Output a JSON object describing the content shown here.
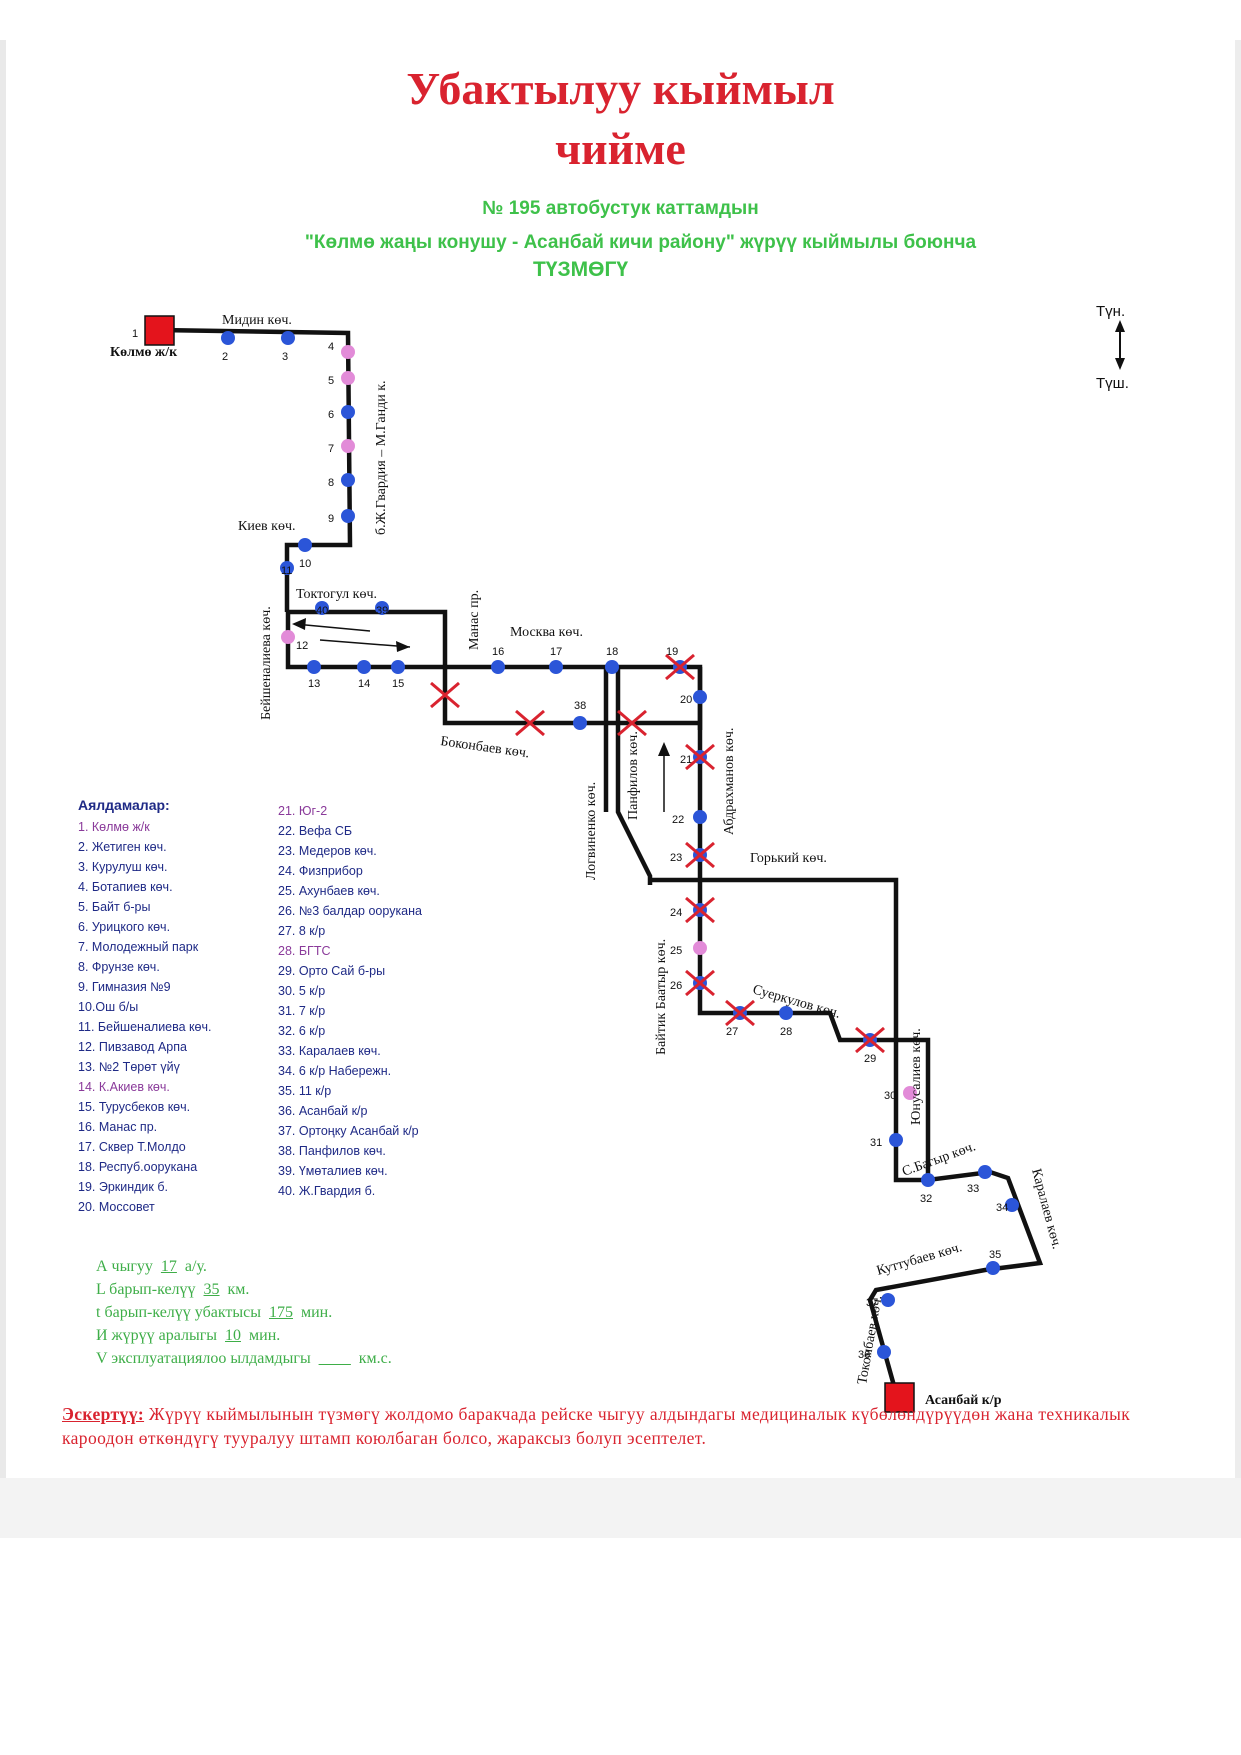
{
  "header": {
    "title_line1": "Убактылуу кыймыл",
    "title_line2": "чийме",
    "subtitle_line1": "№ 195 автобустук каттамдын",
    "subtitle_line2": "\"Көлмө жаңы конушу - Асанбай кичи району\" жүрүү кыймылы боюнча",
    "subtitle_line3": "ТҮЗМӨГҮ"
  },
  "compass": {
    "north": "Түн.",
    "south": "Түш."
  },
  "colors": {
    "title": "#d9232f",
    "subtitle": "#3ec14a",
    "route": "#111111",
    "stop": "#2b55d8",
    "stop_pink": "#e28bd8",
    "closed": "#d9232f",
    "terminal": "#e4141c"
  },
  "terminals": {
    "start": "Көлмө ж/к",
    "end": "Асанбай к/р"
  },
  "streets": {
    "mitin": "Мидин көч.",
    "gvardia": "б.Ж.Гвардия – М.Ганди к.",
    "kiev": "Киев көч.",
    "beishenalieva": "Бейшеналиева көч.",
    "toktogul": "Токтогул көч.",
    "manas": "Манас пр.",
    "moskva": "Москва көч.",
    "bokonbaev": "Боконбаев көч.",
    "logvinenko": "Логвиненко көч.",
    "panfilov": "Панфилов көч.",
    "abdrahmanov": "Абдрахманов көч.",
    "gorky": "Горький көч.",
    "baitik": "Байтик Баатыр көч.",
    "suerkulov": "Суеркулов көч.",
    "yunusaliev": "Юнусалиев көч.",
    "s_bagyr": "С.Багыр көч.",
    "karalaev": "Каралаев көч.",
    "kuttubaev": "Куттубаев көч.",
    "tokombaev": "Токомбаев көч."
  },
  "stops_on_map": [
    {
      "id": "1",
      "kind": "terminal"
    },
    {
      "id": "2",
      "kind": "blue"
    },
    {
      "id": "3",
      "kind": "blue"
    },
    {
      "id": "4",
      "kind": "pink"
    },
    {
      "id": "5",
      "kind": "pink"
    },
    {
      "id": "6",
      "kind": "blue"
    },
    {
      "id": "7",
      "kind": "pink"
    },
    {
      "id": "8",
      "kind": "blue"
    },
    {
      "id": "9",
      "kind": "blue"
    },
    {
      "id": "10",
      "kind": "blue"
    },
    {
      "id": "11",
      "kind": "blue"
    },
    {
      "id": "12",
      "kind": "pink"
    },
    {
      "id": "13",
      "kind": "blue"
    },
    {
      "id": "14",
      "kind": "blue"
    },
    {
      "id": "15",
      "kind": "blue"
    },
    {
      "id": "16",
      "kind": "blue"
    },
    {
      "id": "17",
      "kind": "blue"
    },
    {
      "id": "18",
      "kind": "blue"
    },
    {
      "id": "19",
      "kind": "closed"
    },
    {
      "id": "20",
      "kind": "blue"
    },
    {
      "id": "21",
      "kind": "closed"
    },
    {
      "id": "22",
      "kind": "blue"
    },
    {
      "id": "23",
      "kind": "closed"
    },
    {
      "id": "24",
      "kind": "closed"
    },
    {
      "id": "25",
      "kind": "pink"
    },
    {
      "id": "26",
      "kind": "closed"
    },
    {
      "id": "27",
      "kind": "closed"
    },
    {
      "id": "28",
      "kind": "blue"
    },
    {
      "id": "29",
      "kind": "closed"
    },
    {
      "id": "30",
      "kind": "pink"
    },
    {
      "id": "31",
      "kind": "blue"
    },
    {
      "id": "32",
      "kind": "blue"
    },
    {
      "id": "33",
      "kind": "blue"
    },
    {
      "id": "34",
      "kind": "blue"
    },
    {
      "id": "35",
      "kind": "blue"
    },
    {
      "id": "36",
      "kind": "blue"
    },
    {
      "id": "37",
      "kind": "blue"
    },
    {
      "id": "38",
      "kind": "blue"
    },
    {
      "id": "39",
      "kind": "blue"
    },
    {
      "id": "40",
      "kind": "blue"
    }
  ],
  "legend": {
    "title": "Аялдамалар:",
    "items": [
      "1. Көлмө ж/к",
      "2. Жетиген көч.",
      "3. Курулуш көч.",
      "4. Ботапиев көч.",
      "5. Байт б-ры",
      "6. Урицкого көч.",
      "7. Молодежный парк",
      "8. Фрунзе көч.",
      "9. Гимназия №9",
      "10.Ош б/ы",
      "11. Бейшеналиева көч.",
      "12. Пивзавод Арпа",
      "13. №2 Төрөт үйү",
      "14. К.Акиев көч.",
      "15. Турусбеков көч.",
      "16. Манас пр.",
      "17. Сквер Т.Молдо",
      "18. Респуб.ооруканa",
      "19. Эркиндик б.",
      "20. Моссовет",
      "21. Юг-2",
      "22. Вефа СБ",
      "23. Медеров көч.",
      "24. Физприбор",
      "25. Ахунбаев көч.",
      "26. №3 балдар ооруканa",
      "27. 8 к/р",
      "28. БГТС",
      "29. Орто Сай б-ры",
      "30. 5 к/р",
      "31. 7 к/р",
      "32. 6 к/р",
      "33. Каралаев көч.",
      "34. 6 к/р Набережн.",
      "35. 11 к/р",
      "36. Асанбай к/р",
      "37. Ортоңку Асанбай к/р",
      "38. Панфилов көч.",
      "39. Үмөталиев көч.",
      "40. Ж.Гвардия б."
    ],
    "pink_items": [
      1,
      14,
      21,
      28
    ]
  },
  "params": {
    "a_label": "А чыгуу",
    "a_value": "17",
    "a_unit": "а/у.",
    "l_label": "L барып-келүү",
    "l_value": "35",
    "l_unit": "км.",
    "t_label": "t барып-келүү убактысы",
    "t_value": "175",
    "t_unit": "мин.",
    "i_label": "И жүрүү аралыгы",
    "i_value": "10",
    "i_unit": "мин.",
    "v_label": "V эксплуатациялоо ылдамдыгы",
    "v_value": "____",
    "v_unit": "км.с."
  },
  "note": {
    "label": "Эскертүү:",
    "text": "Жүрүү кыймылынын түзмөгү жолдомо баракчада рейске чыгуу алдындагы медициналык күбөлөндүрүүдөн жана техникалык кароодон өткөндүгү тууралуу штамп коюлбаган болсо, жараксыз болуп эсептелет."
  }
}
